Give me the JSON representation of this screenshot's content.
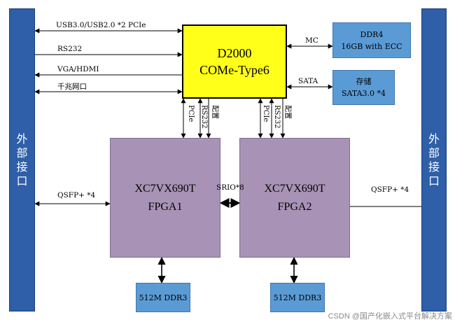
{
  "left_panel": {
    "label": "外部接口"
  },
  "right_panel": {
    "label": "外部接口"
  },
  "cpu": {
    "line1": "D2000",
    "line2": "COMe-Type6"
  },
  "ddr4": {
    "line1": "DDR4",
    "line2": "16GB with ECC"
  },
  "storage": {
    "line1": "存储",
    "line2": "SATA3.0 *4"
  },
  "fpga1": {
    "line1": "XC7VX690T",
    "line2": "FPGA1"
  },
  "fpga2": {
    "line1": "XC7VX690T",
    "line2": "FPGA2"
  },
  "ddr3_1": {
    "label": "512M DDR3"
  },
  "ddr3_2": {
    "label": "512M DDR3"
  },
  "links": {
    "usb": "USB3.0/USB2.0  *2   PCIe",
    "rs232": "RS232",
    "vga": "VGA/HDMI",
    "eth": "千兆网口",
    "mc": "MC",
    "sata": "SATA",
    "qsfp_left": "QSFP+ *4",
    "qsfp_right": "QSFP+ *4",
    "srio": "SRIO*8",
    "pcie_1": "PCIe",
    "rs232_1": "RS232",
    "config_1": "配置",
    "pcie_2": "PCIe",
    "rs232_2": "RS232",
    "config_2": "配置"
  },
  "watermark": "CSDN @国产化嵌入式平台解决方案"
}
